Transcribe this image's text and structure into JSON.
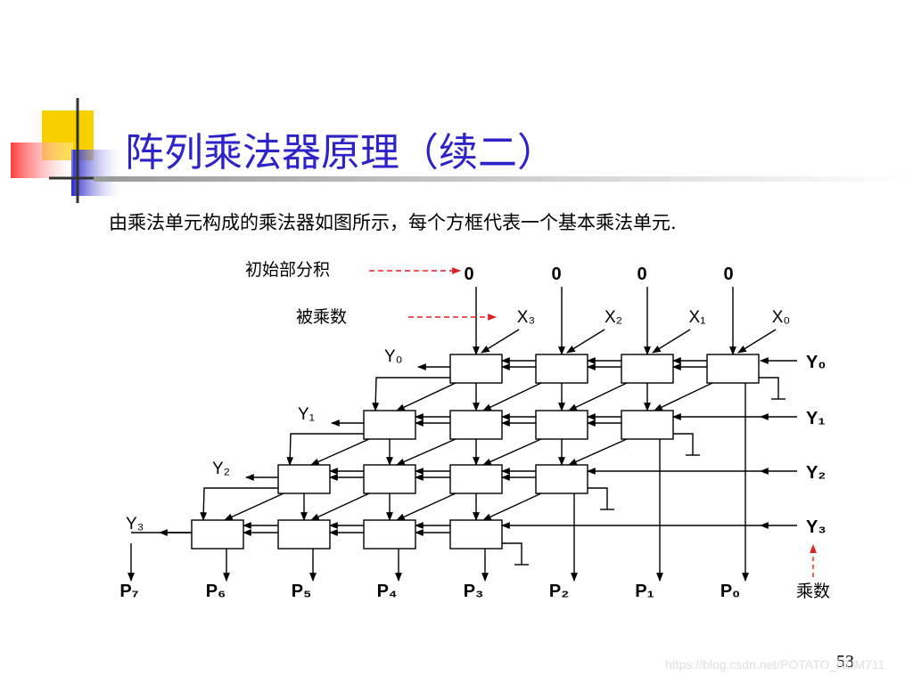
{
  "slide": {
    "title": "阵列乘法器原理（续二）",
    "subtitle": "由乘法单元构成的乘法器如图所示，每个方框代表一个基本乘法单元.",
    "page_number": "53",
    "watermark": "https://blog.csdn.net/POTATO_NUM711"
  },
  "diagram": {
    "annotation_partial_product": "初始部分积",
    "annotation_multiplicand": "被乘数",
    "annotation_multiplier": "乘数",
    "top_zeros": [
      "0",
      "0",
      "0",
      "0"
    ],
    "multiplicand_inputs": [
      "X₃",
      "X₂",
      "X₁",
      "X₀"
    ],
    "left_outputs": [
      "Y₀",
      "Y₁",
      "Y₂",
      "Y₃"
    ],
    "right_inputs": [
      "Y₀",
      "Y₁",
      "Y₂",
      "Y₃"
    ],
    "products": [
      "P₇",
      "P₆",
      "P₅",
      "P₄",
      "P₃",
      "P₂",
      "P₁",
      "P₀"
    ]
  },
  "colors": {
    "title": "#2e23c8",
    "annotation_arrow": "#e02020",
    "deco_yellow": "#f8d000",
    "deco_blue": "#2a2acc",
    "deco_red": "#ff4a4a"
  }
}
